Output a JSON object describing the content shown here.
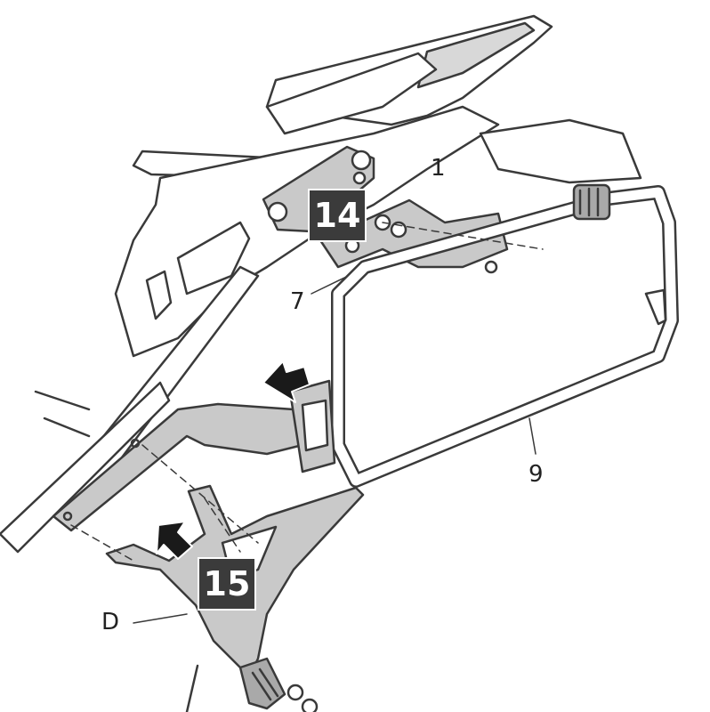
{
  "callouts": {
    "part_1": "1",
    "part_7": "7",
    "part_9": "9",
    "part_d": "D"
  },
  "steps": {
    "step_14": "14",
    "step_15": "15"
  },
  "colors": {
    "line": "#3a3a3a",
    "fill_light": "#ffffff",
    "fill_gray": "#c9c9c9",
    "fill_mid": "#a9a9a9",
    "badge": "#3b3b3b",
    "arrow": "#1a1a1a"
  }
}
